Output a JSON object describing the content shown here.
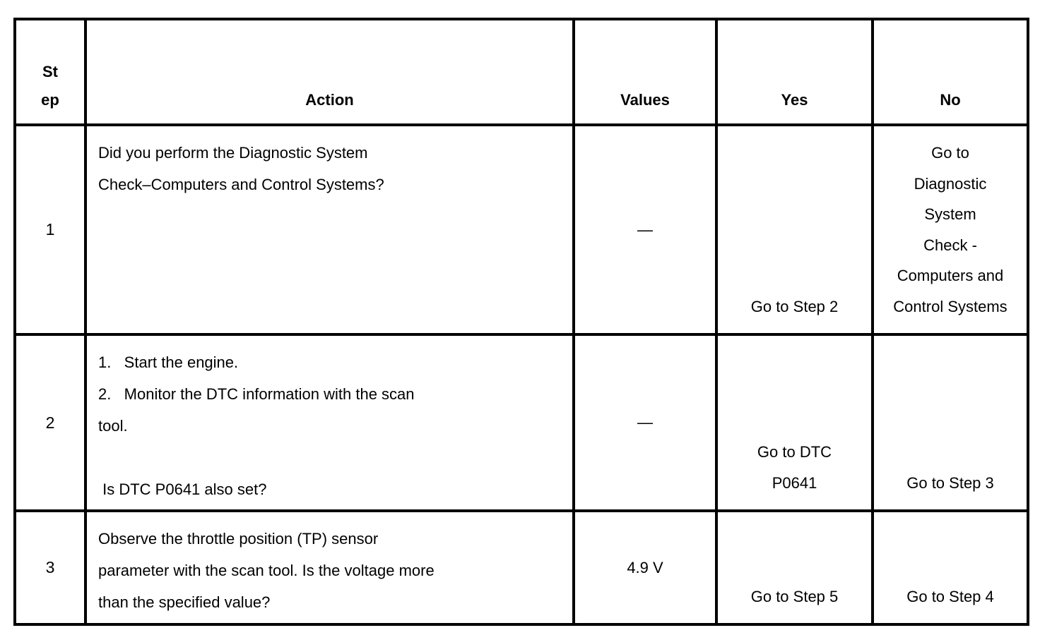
{
  "table": {
    "headers": {
      "step": [
        "St",
        "ep"
      ],
      "action": "Action",
      "values": "Values",
      "yes": "Yes",
      "no": "No"
    },
    "rows": [
      {
        "step": "1",
        "action": [
          "Did you perform the Diagnostic System",
          "Check–Computers and Control Systems?"
        ],
        "values": "—",
        "yes": [
          "Go to Step 2"
        ],
        "no": [
          "Go to",
          "Diagnostic",
          "System",
          "Check -",
          "Computers and",
          "Control Systems"
        ]
      },
      {
        "step": "2",
        "action": [
          "1.   Start the engine.",
          "2.   Monitor the DTC information with the scan",
          "tool.",
          "",
          " Is DTC P0641 also set?"
        ],
        "values": "—",
        "yes": [
          "Go to DTC",
          "P0641"
        ],
        "no": [
          "Go to Step 3"
        ]
      },
      {
        "step": "3",
        "action": [
          "Observe the throttle position (TP) sensor",
          "parameter with the scan tool. Is the voltage more",
          "than the specified value?"
        ],
        "values": "4.9 V",
        "yes": [
          "Go to Step 5"
        ],
        "no": [
          "Go to Step 4"
        ]
      }
    ]
  }
}
